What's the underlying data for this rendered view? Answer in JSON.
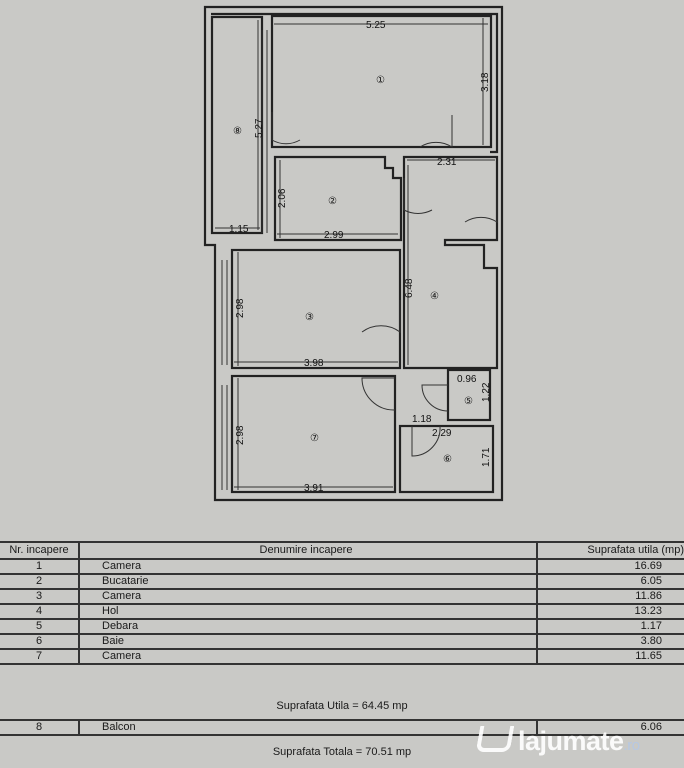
{
  "plan": {
    "rooms": [
      {
        "no": "1",
        "label": "①"
      },
      {
        "no": "2",
        "label": "②"
      },
      {
        "no": "3",
        "label": "③"
      },
      {
        "no": "4",
        "label": "④"
      },
      {
        "no": "5",
        "label": "⑤"
      },
      {
        "no": "6",
        "label": "⑥"
      },
      {
        "no": "7",
        "label": "⑦"
      },
      {
        "no": "8",
        "label": "⑧"
      }
    ],
    "dims": {
      "r1_w": "5.25",
      "r1_h": "3.18",
      "balcony_h": "5.27",
      "balcony_w": "1.15",
      "r2_h": "2.06",
      "r2_w": "2.99",
      "hol_w": "2.31",
      "hol_h": "6.48",
      "r3_h": "2.98",
      "r3_w": "3.98",
      "r5_w": "0.96",
      "r5_h": "1.22",
      "r5_b": "1.18",
      "r6_w": "2.29",
      "r6_h": "1.71",
      "r7_h": "2.98",
      "r7_w": "3.91"
    }
  },
  "table": {
    "headers": [
      "Nr. incapere",
      "Denumire incapere",
      "Suprafata utila (mp)"
    ],
    "rows": [
      {
        "nr": "1",
        "name": "Camera",
        "area": "16.69"
      },
      {
        "nr": "2",
        "name": "Bucatarie",
        "area": "6.05"
      },
      {
        "nr": "3",
        "name": "Camera",
        "area": "11.86"
      },
      {
        "nr": "4",
        "name": "Hol",
        "area": "13.23"
      },
      {
        "nr": "5",
        "name": "Debara",
        "area": "1.17"
      },
      {
        "nr": "6",
        "name": "Baie",
        "area": "3.80"
      },
      {
        "nr": "7",
        "name": "Camera",
        "area": "11.65"
      }
    ],
    "suprafata_utila": "Suprafata Utila = 64.45 mp",
    "balcon": {
      "nr": "8",
      "name": "Balcon",
      "area": "6.06"
    },
    "suprafata_totala": "Suprafata Totala = 70.51  mp"
  },
  "watermark": {
    "brand": "lajumate",
    "tld": ".ro"
  }
}
